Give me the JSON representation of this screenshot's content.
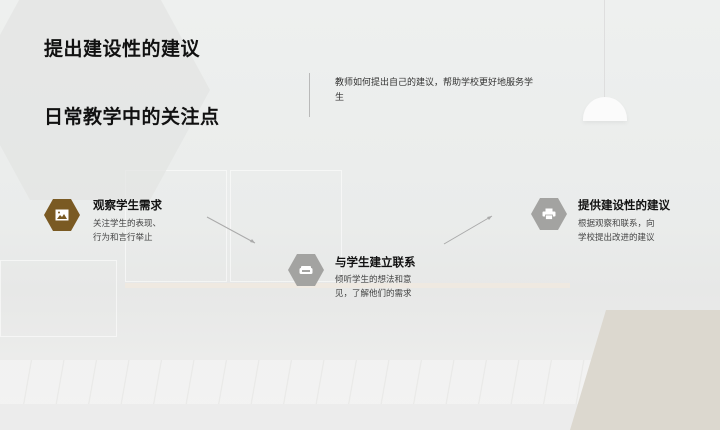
{
  "slide": {
    "title": "提出建设性的建议",
    "subtitle": "日常教学中的关注点",
    "description": "教师如何提出自己的建议，帮助学校更好地服务学生"
  },
  "steps": [
    {
      "title": "观察学生需求",
      "text": "关注学生的表现、行为和言行举止",
      "icon": "image-icon",
      "color": "#7a5a23"
    },
    {
      "title": "与学生建立联系",
      "text": "倾听学生的想法和意见，了解他们的需求",
      "icon": "sofa-icon",
      "color": "#a3a3a1"
    },
    {
      "title": "提供建设性的建议",
      "text": "根据观察和联系，向学校提出改进的建议",
      "icon": "printer-icon",
      "color": "#a3a3a1"
    }
  ]
}
